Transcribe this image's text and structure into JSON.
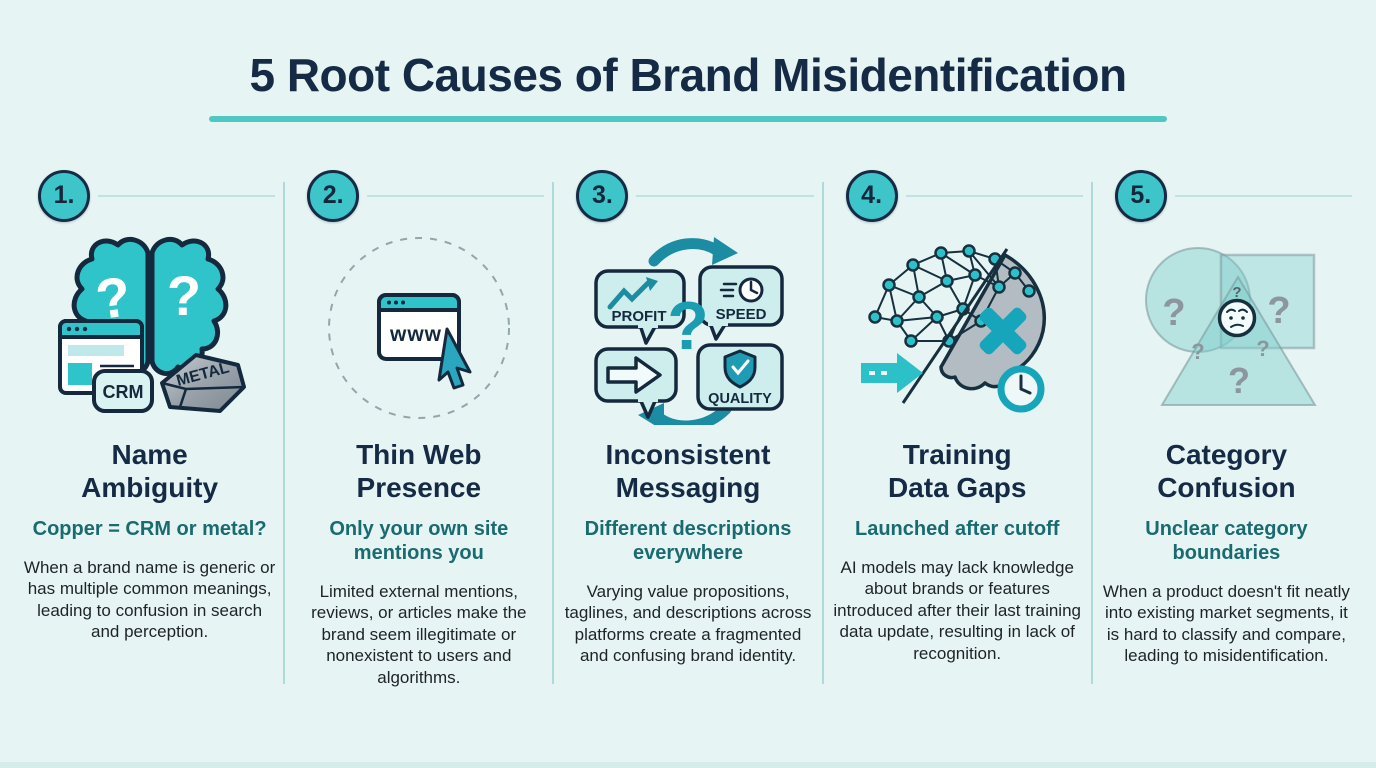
{
  "header": {
    "title": "5 Root Causes of Brand Misidentification"
  },
  "colors": {
    "background": "#e6f4f3",
    "accent_teal": "#4fc8c3",
    "badge_fill": "#3dc5ca",
    "navy": "#152b45",
    "subtitle_teal": "#1a6b70",
    "body_text": "#1d2328",
    "divider": "#aedadc"
  },
  "glyphs": {
    "question_mark": "?"
  },
  "columns": [
    {
      "number": "1.",
      "icon": "brain-split-crm-metal-icon",
      "icon_labels": {
        "crm": "CRM",
        "metal": "METAL"
      },
      "title_lines": [
        "Name",
        "Ambiguity"
      ],
      "subtitle": "Copper = CRM or metal?",
      "description": "When a brand name is generic or has multiple common meanings, leading to confusion in search and perception."
    },
    {
      "number": "2.",
      "icon": "lone-website-icon",
      "icon_labels": {
        "www": "www"
      },
      "title_lines": [
        "Thin Web",
        "Presence"
      ],
      "subtitle": "Only your own site mentions you",
      "description": "Limited external mentions, reviews, or articles make the brand seem illegitimate or nonexistent to users and algorithms."
    },
    {
      "number": "3.",
      "icon": "conflicting-messages-icon",
      "icon_labels": {
        "profit": "PROFIT",
        "speed": "SPEED",
        "quality": "QUALITY"
      },
      "title_lines": [
        "Inconsistent",
        "Messaging"
      ],
      "subtitle": "Different descriptions everywhere",
      "description": "Varying value propositions, taglines, and descriptions across platforms create a fragmented and confusing brand identity."
    },
    {
      "number": "4.",
      "icon": "neural-brain-gap-icon",
      "icon_labels": {},
      "title_lines": [
        "Training",
        "Data Gaps"
      ],
      "subtitle": "Launched after cutoff",
      "description": "AI models may lack knowledge about brands or features introduced after their last training data update, resulting in lack of recognition."
    },
    {
      "number": "5.",
      "icon": "overlapping-shapes-icon",
      "icon_labels": {},
      "title_lines": [
        "Category",
        "Confusion"
      ],
      "subtitle": "Unclear category boundaries",
      "description": "When a product doesn't fit neatly into existing market segments, it is hard to classify and compare, leading to misidentification."
    }
  ]
}
